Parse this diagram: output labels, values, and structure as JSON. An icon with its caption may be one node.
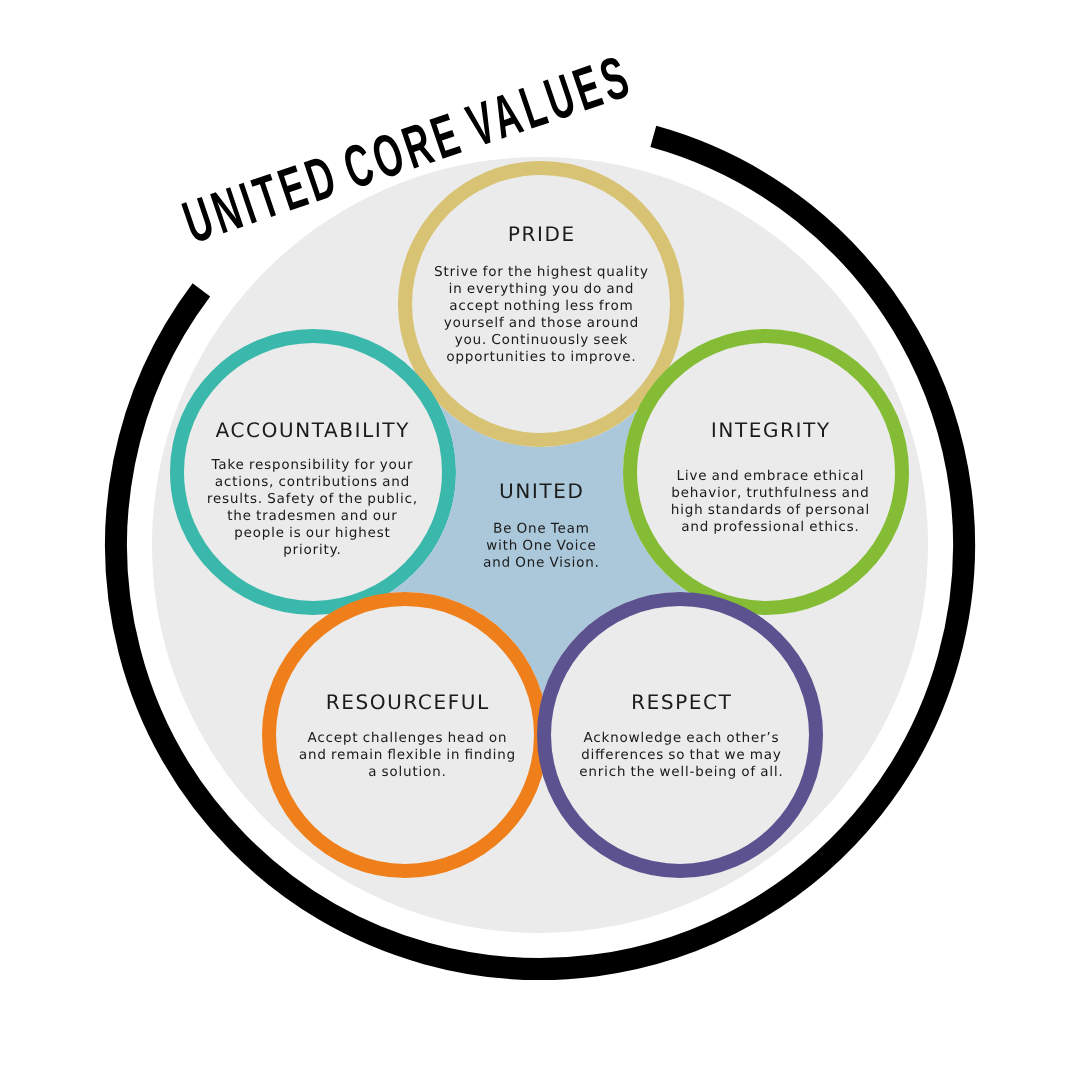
{
  "diagram": {
    "title": "UNITED CORE VALUES",
    "nodes": [
      {
        "text": [
          "PRIDE",
          "Strive for the highest quality in everything you do and accept nothing less from yourself and those around you. Continuously seek opportunities to improve."
        ]
      },
      {
        "text": [
          "ACCOUNTABILITY",
          "Take responsibility for your actions, contributions and results. Safety of the public, the tradesmen and our people is our highest priority."
        ]
      },
      {
        "text": [
          "UNITED",
          "Be One Team with One Voice and One Vision."
        ]
      },
      {
        "text": [
          "INTEGRITY",
          "Live and embrace ethical behavior, truthfulness and high standards of personal and professional ethics."
        ]
      },
      {
        "text": [
          "RESOURCEFUL",
          "Accept challenges head on and remain flexible in finding a solution."
        ]
      },
      {
        "text": [
          "RESPECT",
          "Acknowledge each other’s differences so that we may enrich the well-being of all."
        ]
      }
    ]
  }
}
